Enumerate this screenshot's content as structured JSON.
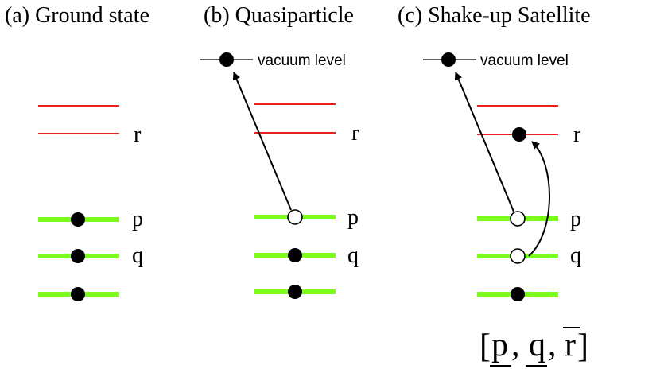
{
  "panels": [
    {
      "title": "(a) Ground state"
    },
    {
      "title": "(b) Quasiparticle",
      "vacuum_label": "vacuum level"
    },
    {
      "title": "(c) Shake-up Satellite",
      "vacuum_label": "vacuum level"
    }
  ],
  "orbital_labels": {
    "r": "r",
    "p": "p",
    "q": "q"
  },
  "notation": {
    "open": "[",
    "p": "p",
    "comma1": ",",
    "q": "q",
    "comma2": ",",
    "r": "r",
    "close": "]"
  },
  "colors": {
    "occupied_level": "#7CFC1C",
    "virtual_level": "#E8231E",
    "ink": "#000000"
  }
}
